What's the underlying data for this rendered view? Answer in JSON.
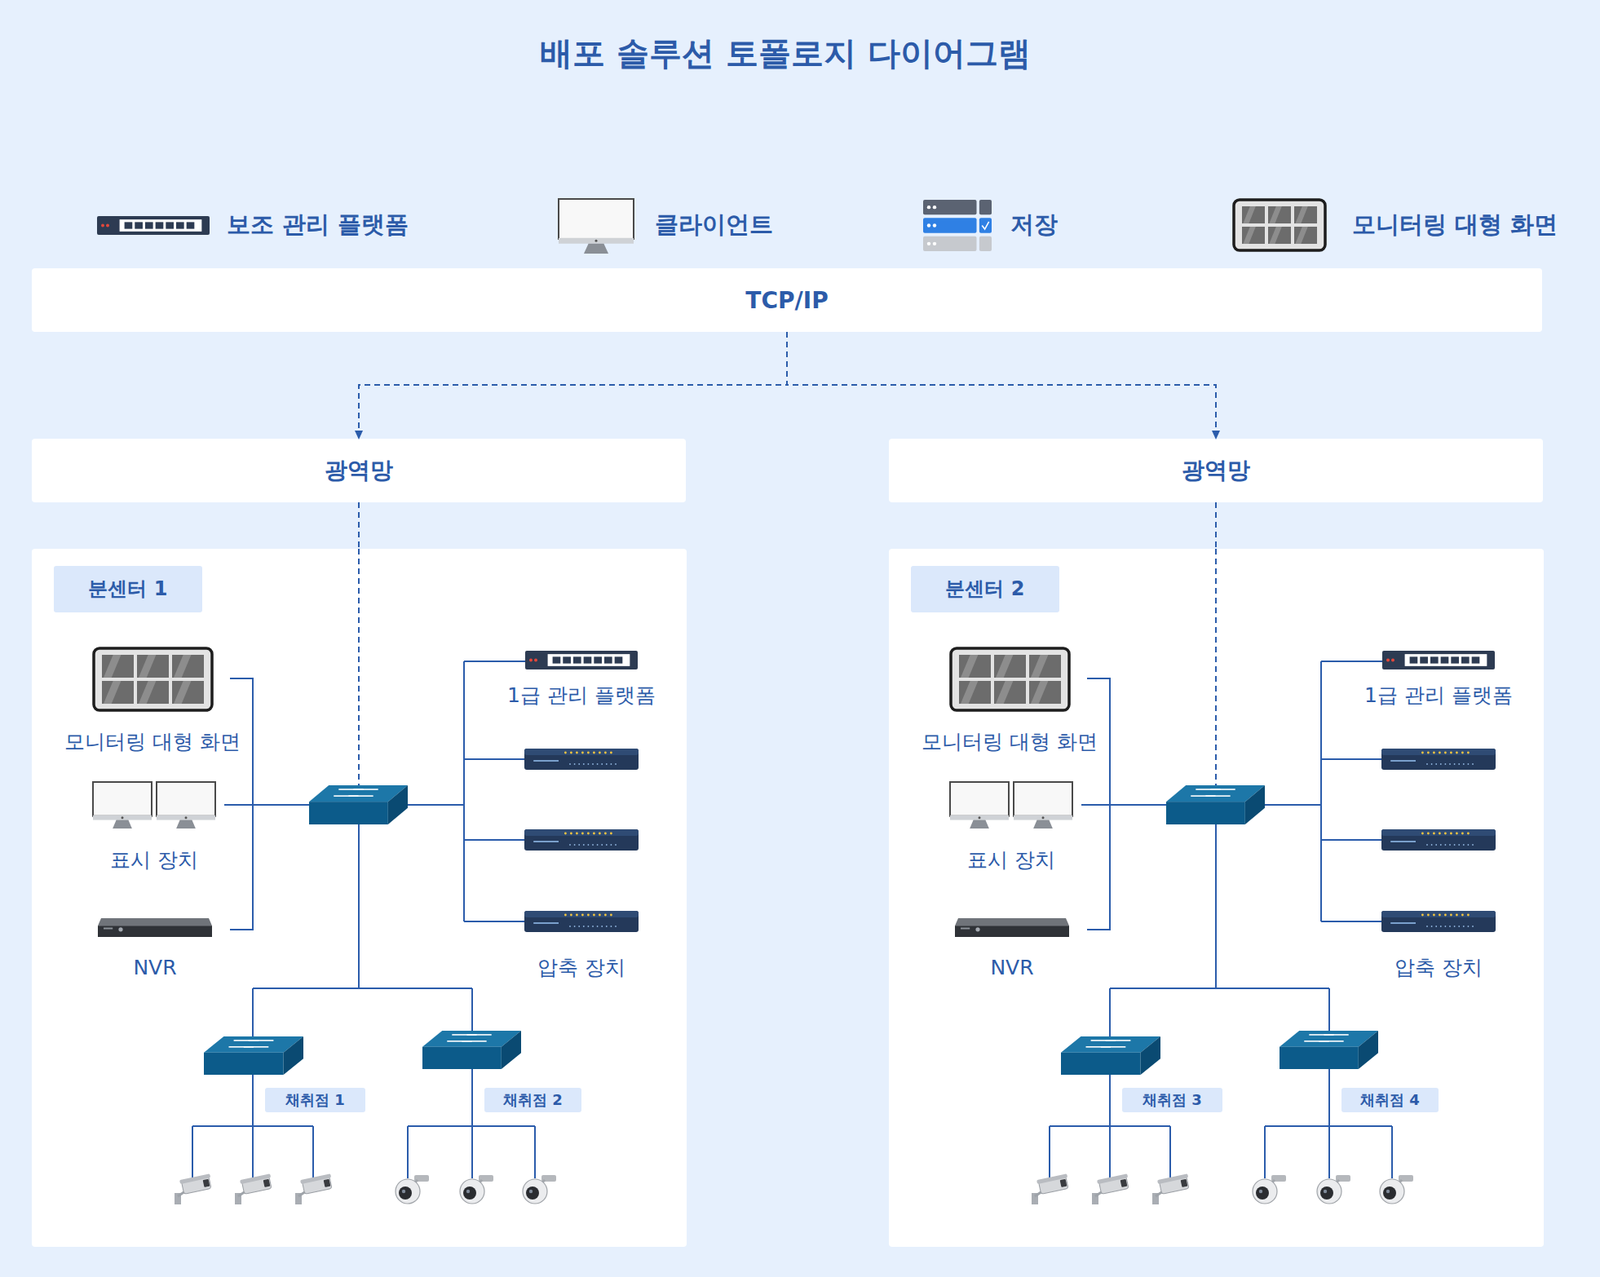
{
  "diagram": {
    "title": "배포 솔루션 토폴로지 다이어그램",
    "nodes": [
      {
        "text": [
          "TCP/IP"
        ]
      },
      {
        "text": [
          "광역망"
        ]
      },
      {
        "text": [
          "광역망"
        ]
      },
      {
        "text": [
          "분센터 1"
        ]
      },
      {
        "text": [
          "모니터링 대형 화면"
        ],
        "in": 3
      },
      {
        "text": [
          "표시 장치"
        ],
        "in": 3
      },
      {
        "text": [
          "NVR"
        ],
        "in": 3
      },
      {
        "text": [
          "1급 관리 플랫폼"
        ],
        "in": 3
      },
      {
        "text": [
          "압축 장치"
        ],
        "in": 3
      },
      {
        "text": [
          "채취점 1"
        ],
        "in": 3
      },
      {
        "text": [
          "채취점 2"
        ],
        "in": 3
      },
      {
        "text": [
          "분센터 2"
        ]
      },
      {
        "text": [
          "모니터링 대형 화면"
        ],
        "in": 11
      },
      {
        "text": [
          "표시 장치"
        ],
        "in": 11
      },
      {
        "text": [
          "NVR"
        ],
        "in": 11
      },
      {
        "text": [
          "1급 관리 플랫폼"
        ],
        "in": 11
      },
      {
        "text": [
          "압축 장치"
        ],
        "in": 11
      },
      {
        "text": [
          "채취점 3"
        ],
        "in": 11
      },
      {
        "text": [
          "채취점 4"
        ],
        "in": 11
      }
    ],
    "edges": [
      {
        "from": 0,
        "to": 1,
        "arrow": "to"
      },
      {
        "from": 0,
        "to": 2,
        "arrow": "to"
      },
      {
        "from": 1,
        "to": 3,
        "arrow": "none"
      },
      {
        "from": 2,
        "to": 11,
        "arrow": "none"
      }
    ],
    "legend": [
      {
        "text": "보조 관리 플랫폼"
      },
      {
        "text": "클라이언트"
      },
      {
        "text": "저장"
      },
      {
        "text": "모니터링 대형 화면"
      }
    ]
  }
}
